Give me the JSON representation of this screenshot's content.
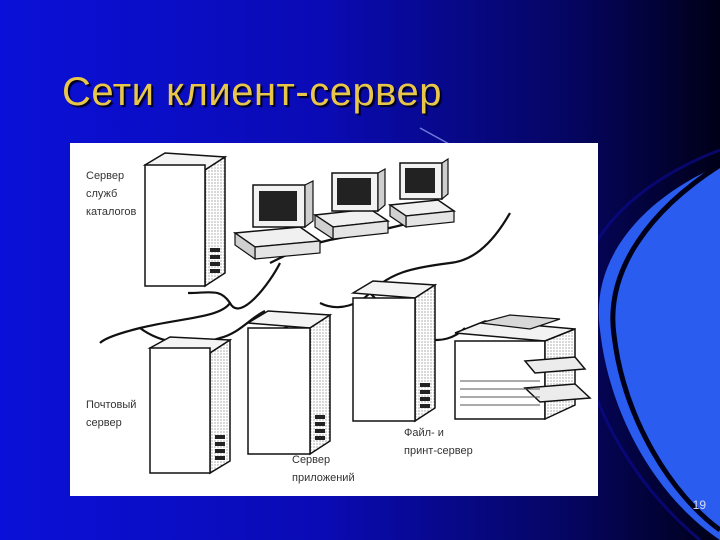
{
  "slide": {
    "title": "Сети клиент-сервер",
    "number": "19"
  },
  "diagram": {
    "labels": {
      "directory_server": [
        "Сервер",
        "служб",
        "каталогов"
      ],
      "mail_server": [
        "Почтовый",
        "сервер"
      ],
      "app_server": [
        "Сервер",
        "приложений"
      ],
      "file_print_server": [
        "Файл- и",
        "принт-сервер"
      ]
    }
  },
  "colors": {
    "background": "#0a0bb4",
    "title": "#e8c64a",
    "accent_blue": "#2a5cf0"
  }
}
